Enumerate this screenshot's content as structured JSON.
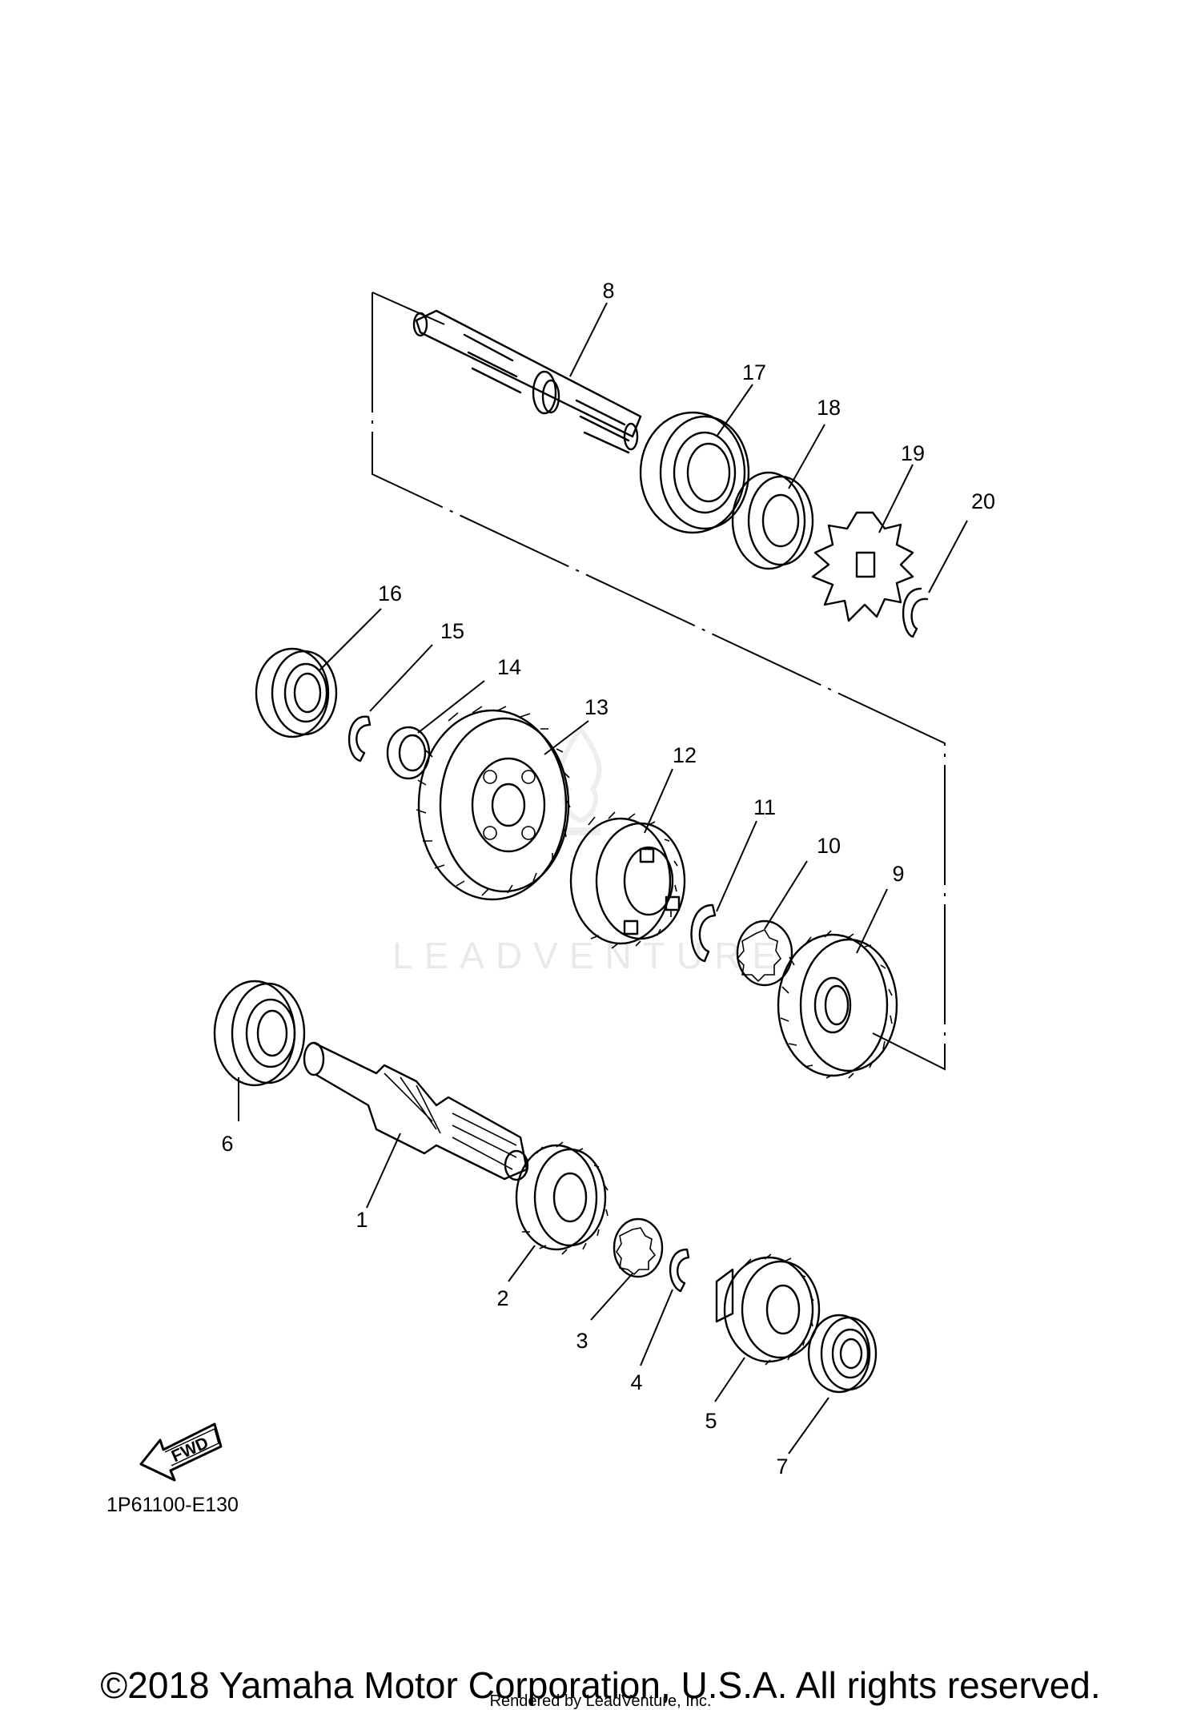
{
  "diagram": {
    "code": "1P61100-E130",
    "fwd_label": "FWD",
    "watermark": "LEADVENTURE",
    "callouts": [
      "1",
      "2",
      "3",
      "4",
      "5",
      "6",
      "7",
      "8",
      "9",
      "10",
      "11",
      "12",
      "13",
      "14",
      "15",
      "16",
      "17",
      "18",
      "19",
      "20"
    ]
  },
  "footer": {
    "copyright": "©2018 Yamaha Motor Corporation, U.S.A. All rights reserved.",
    "render_credit": "Rendered by LeadVenture, Inc."
  }
}
